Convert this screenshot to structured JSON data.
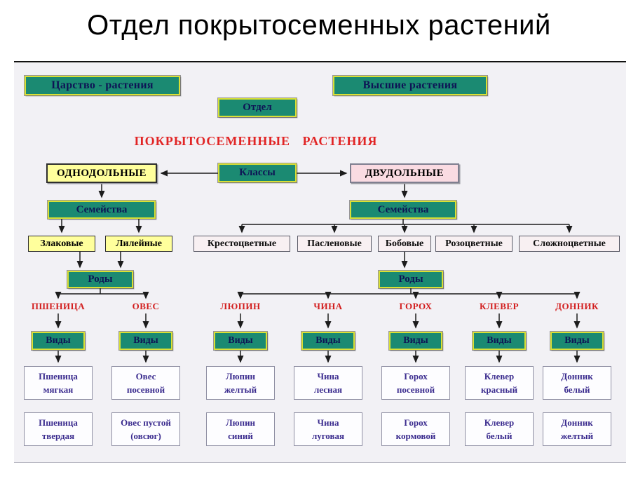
{
  "title": "Отдел покрытосеменных растений",
  "banners": {
    "kingdom": "Царство - растения",
    "higher_plants": "Высшие растения"
  },
  "hierarchy": {
    "division_label": "Отдел",
    "division_value": "ПОКРЫТОСЕМЕННЫЕ РАСТЕНИЯ",
    "classes_label": "Классы",
    "class_mono": "ОДНОДОЛЬНЫЕ",
    "class_di": "ДВУДОЛЬНЫЕ",
    "families_label_left": "Семейства",
    "families_label_right": "Семейства",
    "genera_label_left": "Роды",
    "genera_label_right": "Роды"
  },
  "families_mono": [
    "Злаковые",
    "Лилейные"
  ],
  "families_di": [
    "Крестоцветные",
    "Пасленовые",
    "Бобовые",
    "Розоцветные",
    "Сложноцветные"
  ],
  "columns": [
    {
      "genus": "ПШЕНИЦА",
      "species_label": "Виды",
      "species": [
        "Пшеница\nмягкая",
        "Пшеница\nтвердая"
      ]
    },
    {
      "genus": "ОВЕС",
      "species_label": "Виды",
      "species": [
        "Овес\nпосевной",
        "Овес пустой\n(овсюг)"
      ]
    },
    {
      "genus": "ЛЮПИН",
      "species_label": "Виды",
      "species": [
        "Люпин\nжелтый",
        "Люпин\nсиний"
      ]
    },
    {
      "genus": "ЧИНА",
      "species_label": "Виды",
      "species": [
        "Чина\nлесная",
        "Чина\nлуговая"
      ]
    },
    {
      "genus": "ГОРОХ",
      "species_label": "Виды",
      "species": [
        "Горох\nпосевной",
        "Горох\nкормовой"
      ]
    },
    {
      "genus": "КЛЕВЕР",
      "species_label": "Виды",
      "species": [
        "Клевер\nкрасный",
        "Клевер\nбелый"
      ]
    },
    {
      "genus": "ДОННИК",
      "species_label": "Виды",
      "species": [
        "Донник\nбелый",
        "Донник\nжелтый"
      ]
    }
  ],
  "colors": {
    "teal_box": "#1b8a72",
    "teal_border": "#d9e035",
    "yellow_box": "#ffff9c",
    "pink_box": "#fadbe2",
    "red_text": "#d92020",
    "species_text": "#3a2b8e",
    "canvas_bg": "#f2f1f5"
  }
}
